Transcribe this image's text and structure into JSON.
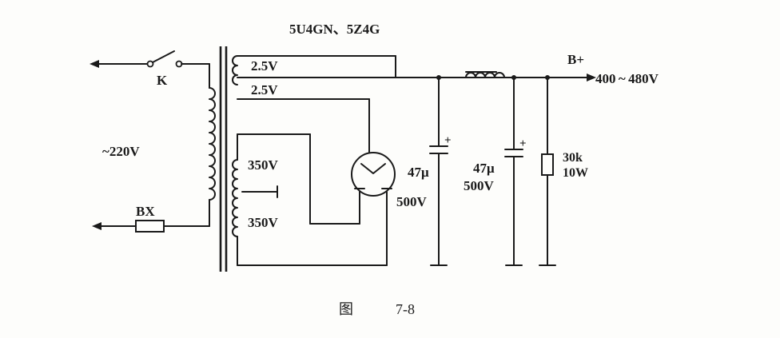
{
  "tube_type": "5U4GN、5Z4G",
  "switch_label": "K",
  "mains_label": "~220V",
  "fuse_label": "BX",
  "heater_winding_1": "2.5V",
  "heater_winding_2": "2.5V",
  "hv_winding_top": "350V",
  "hv_winding_bottom": "350V",
  "cap1": {
    "capacitance": "47μ",
    "voltage": "500V"
  },
  "cap2": {
    "capacitance": "47μ",
    "voltage": "500V"
  },
  "resistor": {
    "resistance": "30k",
    "power": "10W"
  },
  "output_node": "B+",
  "output_voltage": "400 ~ 480V",
  "plus_sign": "+",
  "caption_prefix": "图",
  "caption_number": "7-8"
}
